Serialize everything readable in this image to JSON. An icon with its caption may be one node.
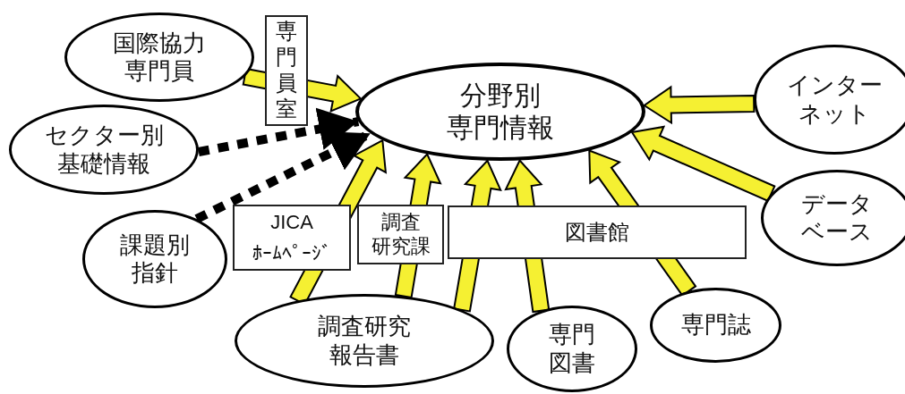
{
  "diagram": {
    "nodes": [
      {
        "text": [
          "分野別専門情報"
        ]
      },
      {
        "text": [
          "国際協力専門員"
        ]
      },
      {
        "text": [
          "専門員室"
        ]
      },
      {
        "text": [
          "セクター別基礎情報"
        ]
      },
      {
        "text": [
          "課題別指針"
        ]
      },
      {
        "text": [
          "JICA ﾎｰﾑﾍﾟｰｼﾞ"
        ]
      },
      {
        "text": [
          "調査研究課"
        ]
      },
      {
        "text": [
          "図書館"
        ]
      },
      {
        "text": [
          "調査研究報告書"
        ]
      },
      {
        "text": [
          "専門図書"
        ]
      },
      {
        "text": [
          "専門誌"
        ]
      },
      {
        "text": [
          "インターネット"
        ]
      },
      {
        "text": [
          "データベース"
        ]
      }
    ],
    "edges": [
      {
        "from": 1,
        "to": 0,
        "arrow": "to"
      },
      {
        "from": 3,
        "to": 0,
        "arrow": "to",
        "style": "dashed",
        "color": "#000000"
      },
      {
        "from": 4,
        "to": 0,
        "arrow": "to",
        "style": "dashed",
        "color": "#000000"
      },
      {
        "from": 8,
        "to": 0,
        "arrow": "to"
      },
      {
        "from": 8,
        "to": 0,
        "arrow": "to"
      },
      {
        "from": 8,
        "to": 0,
        "arrow": "to"
      },
      {
        "from": 9,
        "to": 0,
        "arrow": "to"
      },
      {
        "from": 10,
        "to": 0,
        "arrow": "to"
      },
      {
        "from": 11,
        "to": 0,
        "arrow": "to"
      },
      {
        "from": 12,
        "to": 0,
        "arrow": "to"
      }
    ]
  }
}
